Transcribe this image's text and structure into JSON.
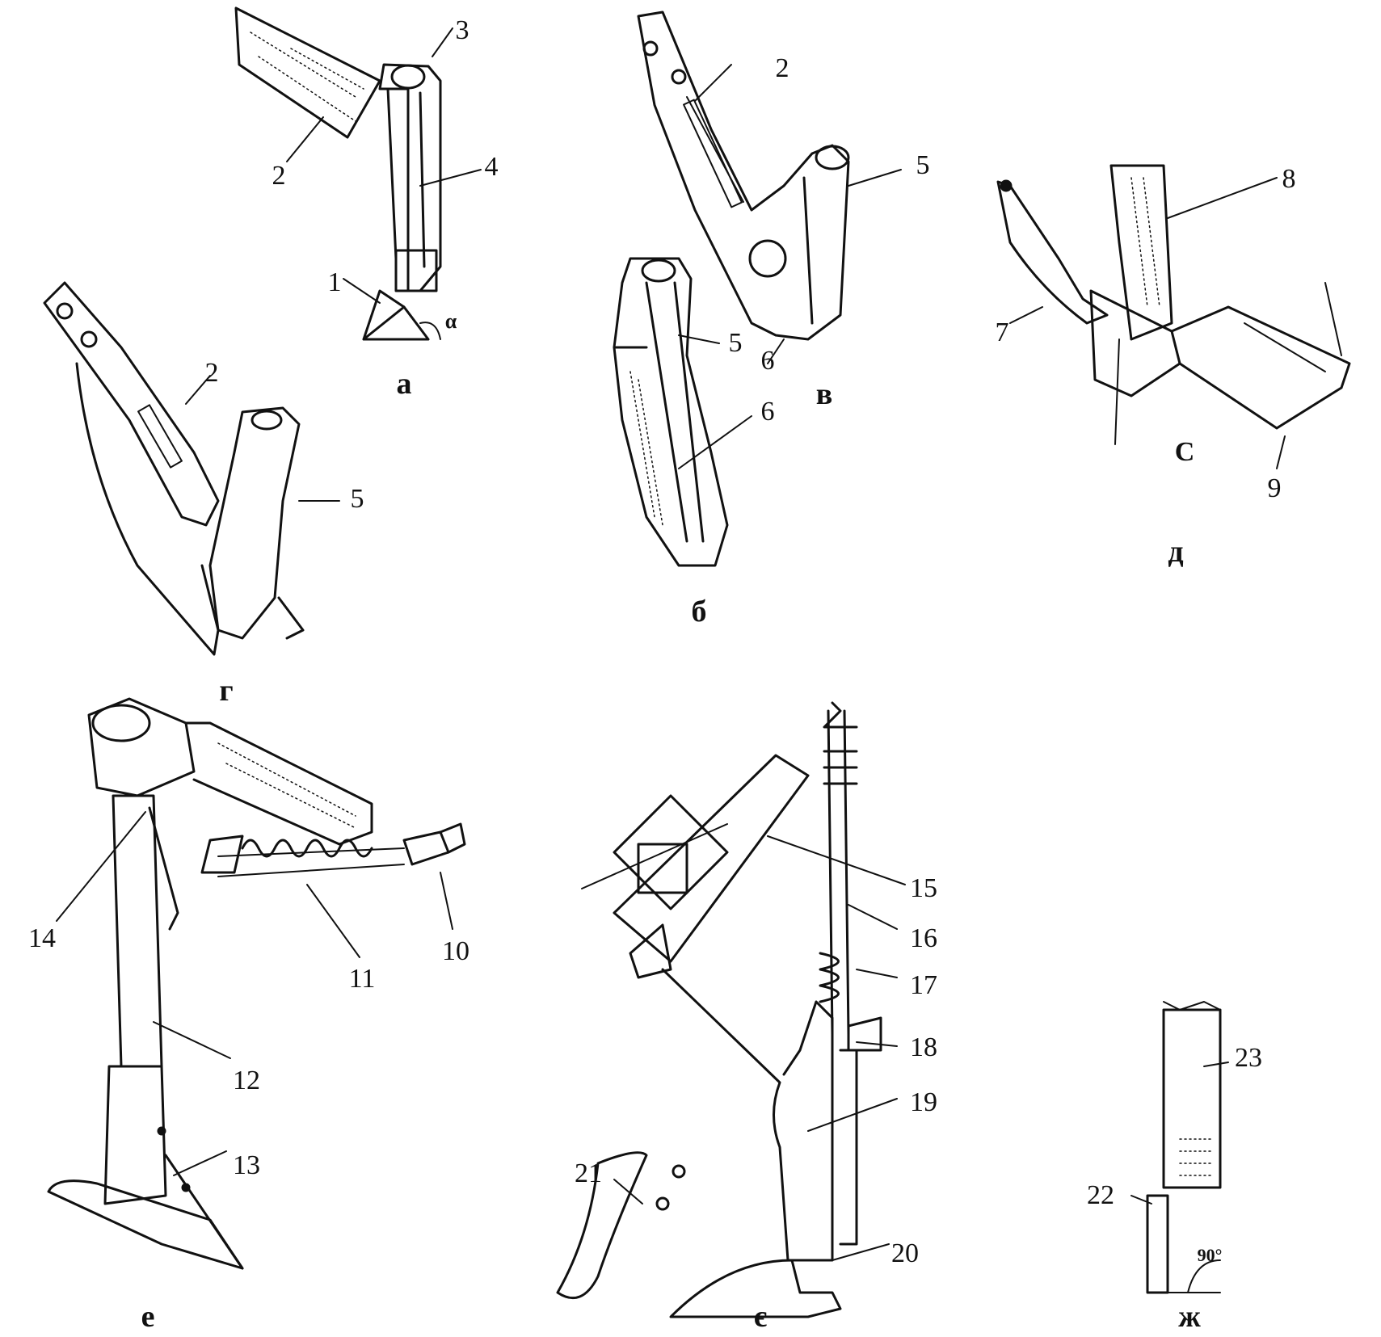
{
  "labels": {
    "n1": "1",
    "n2a": "2",
    "n3": "3",
    "n4": "4",
    "alpha": "α",
    "n2v": "2",
    "n5v": "5",
    "n5b": "5",
    "n6b": "6",
    "n6v": "6",
    "n8": "8",
    "n7": "7",
    "n9": "9",
    "c": "С",
    "n2g": "2",
    "n5g": "5",
    "n14": "14",
    "n11": "11",
    "n10": "10",
    "n12": "12",
    "n13": "13",
    "n15": "15",
    "n16": "16",
    "n17": "17",
    "n18": "18",
    "n19": "19",
    "n20": "20",
    "n21": "21",
    "n23": "23",
    "n22": "22",
    "deg90": "90°"
  },
  "captions": {
    "a": "а",
    "b": "б",
    "v": "в",
    "g": "г",
    "d": "д",
    "e": "е",
    "ye": "є",
    "zh": "ж"
  }
}
